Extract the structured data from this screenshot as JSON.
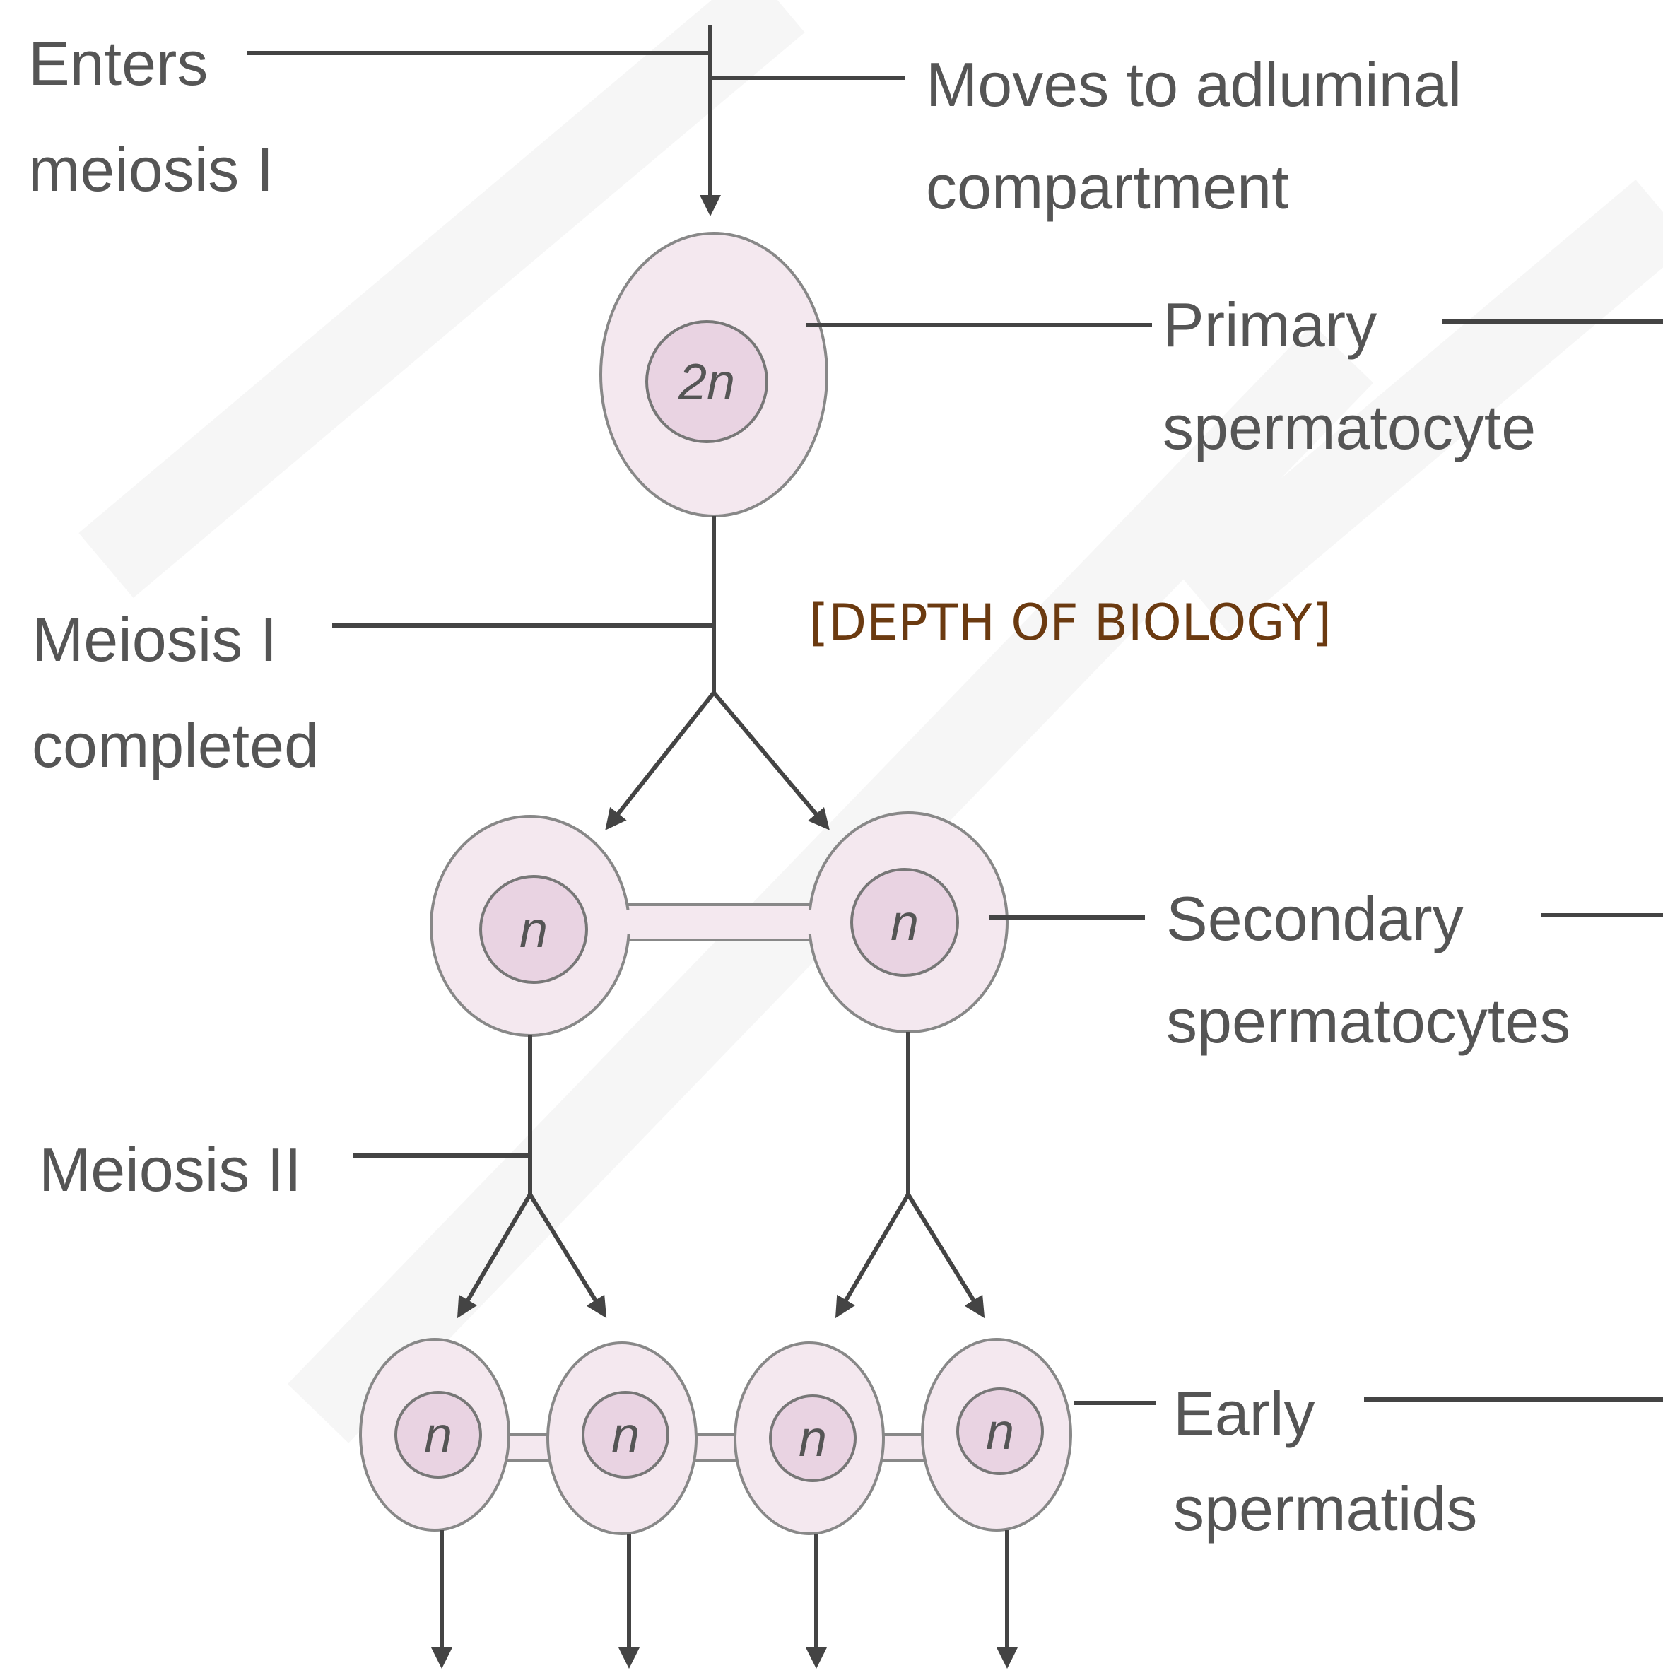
{
  "labels": {
    "enters_1": "Enters",
    "enters_2": "meiosis I",
    "moves_1": "Moves to adluminal",
    "moves_2": "compartment",
    "primary_1": "Primary",
    "primary_2": "spermatocyte",
    "meiosis1_1": "Meiosis I",
    "meiosis1_2": "completed",
    "secondary_1": "Secondary",
    "secondary_2": "spermatocytes",
    "meiosis2": "Meiosis II",
    "early_1": "Early",
    "early_2": "spermatids"
  },
  "ploidy": {
    "primary": "2n",
    "secondary": "n",
    "spermatid": "n"
  },
  "watermark": "[DEPTH OF BIOLOGY]",
  "colors": {
    "line": "#444444",
    "text": "#555555",
    "cell_fill": "#f4e8ef",
    "nucleus_fill": "#e9d3e2",
    "watermark": "#6b3a10"
  }
}
